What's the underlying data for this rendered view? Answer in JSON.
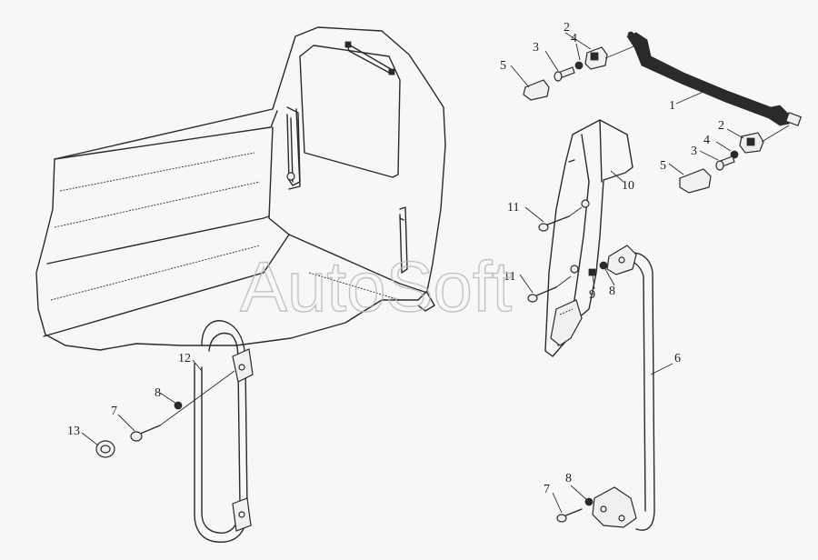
{
  "figure": {
    "watermark": "AutoSoft",
    "callouts": {
      "bracket_1": "1",
      "clamp_2_top": "2",
      "bolt_3_top": "3",
      "washer_4_top": "4",
      "cap_5_top": "5",
      "clamp_2_mid": "2",
      "bolt_3_mid": "3",
      "washer_4_mid": "4",
      "cap_5_mid": "5",
      "handrail_6": "6",
      "bolt_7_left": "7",
      "washer_8_left": "8",
      "bolt_7_right": "7",
      "washer_8_right": "8",
      "washer_8_upper": "8",
      "nut_9": "9",
      "step_support_10": "10",
      "bolt_11_upper": "11",
      "bolt_11_lower": "11",
      "handle_12": "12",
      "cap_13": "13"
    }
  }
}
